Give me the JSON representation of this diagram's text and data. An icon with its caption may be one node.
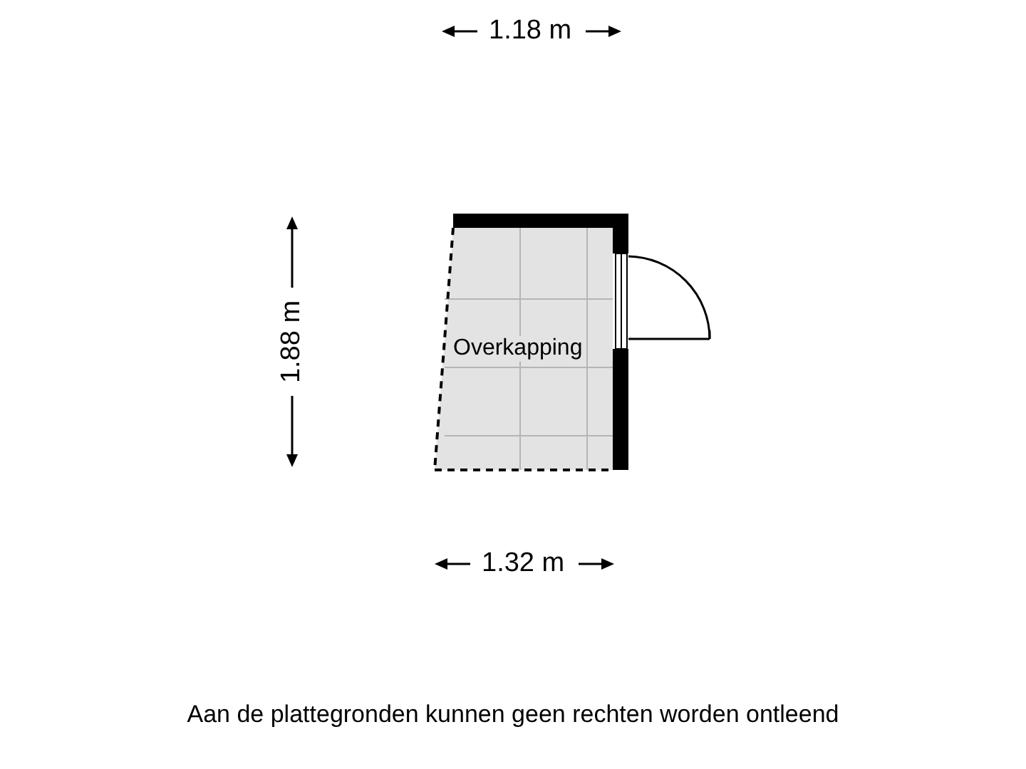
{
  "diagram": {
    "caption": "Aan de plattegronden kunnen geen rechten worden ontleend",
    "nodes": [
      {
        "text": [
          "Overkapping"
        ]
      }
    ],
    "labels": [
      "1.18 m",
      "1.88 m",
      "1.32 m"
    ]
  }
}
